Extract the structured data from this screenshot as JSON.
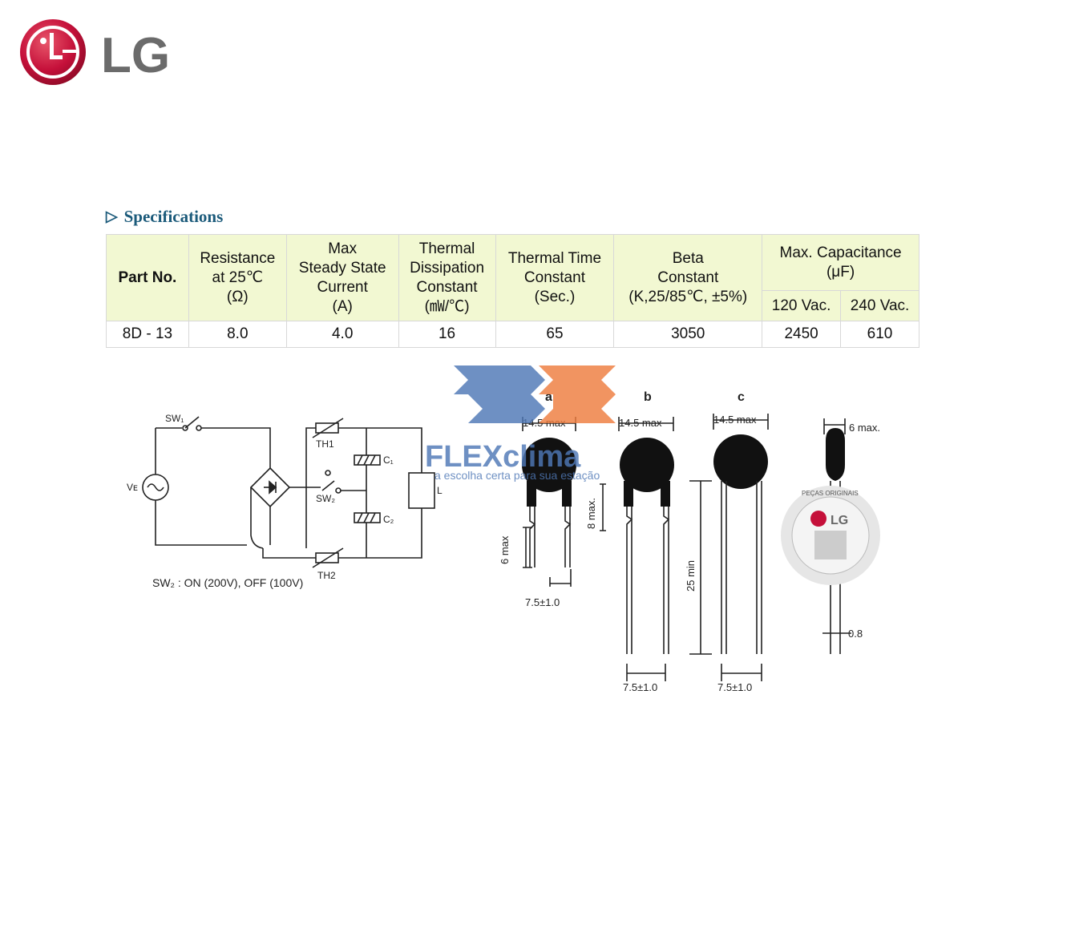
{
  "logo": {
    "text": "LG"
  },
  "specifications": {
    "heading": "Specifications",
    "headers": {
      "part_no": "Part No.",
      "resistance": [
        "Resistance",
        "at 25℃",
        "(Ω)"
      ],
      "max_current": [
        "Max",
        "Steady State",
        "Current",
        "(A)"
      ],
      "thermal_dissipation": [
        "Thermal",
        "Dissipation",
        "Constant",
        "(㎽/℃)"
      ],
      "thermal_time": [
        "Thermal Time",
        "Constant",
        "(Sec.)"
      ],
      "beta": [
        "Beta",
        "Constant",
        "(K,25/85℃, ±5%)"
      ],
      "max_capacitance": [
        "Max. Capacitance",
        "(μF)"
      ],
      "cap_120": "120 Vac.",
      "cap_240": "240 Vac."
    },
    "rows": [
      {
        "part_no": "8D - 13",
        "resistance": "8.0",
        "max_current": "4.0",
        "thermal_dissipation": "16",
        "thermal_time": "65",
        "beta": "3050",
        "cap_120": "2450",
        "cap_240": "610"
      }
    ]
  },
  "circuit": {
    "sw1": "SW₁",
    "ve": "Vᴇ",
    "th1": "TH1",
    "th2": "TH2",
    "sw2": "SW₂",
    "c1": "C₁",
    "c2": "C₂",
    "load": "L",
    "note": "SW₂ : ON (200V), OFF (100V)"
  },
  "dimensions": {
    "labels": {
      "a": "a",
      "b": "b",
      "c": "c"
    },
    "max_14_5": "14.5 max",
    "max_6_top": "6 max.",
    "max_6": "6 max",
    "max_8": "8 max.",
    "min_25": "25 min",
    "pitch": "7.5±1.0",
    "lead": "0.8"
  },
  "watermark": {
    "brand": "FLEXclima",
    "tagline": "a escolha certa para sua estação"
  },
  "seal": {
    "text": "PEÇAS ORIGINAIS",
    "brand": "LG"
  }
}
